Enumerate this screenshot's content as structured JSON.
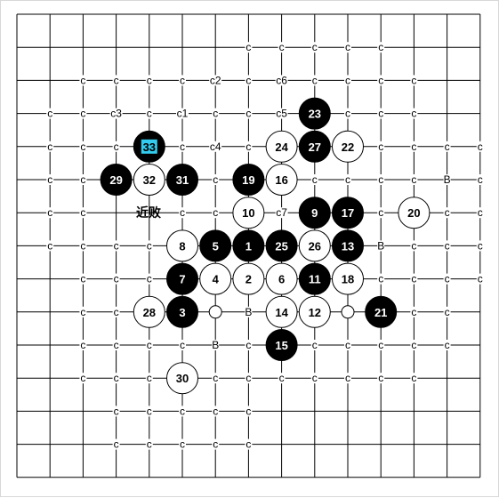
{
  "board": {
    "size": 14,
    "colors": {
      "background": "#ffffff",
      "grid_line": "#000000",
      "black_stone": "#000000",
      "white_stone": "#ffffff",
      "highlight": "#33ccee",
      "highlight_text": "#000000"
    },
    "stones": [
      {
        "num": "1",
        "color": "black",
        "col": 7,
        "row": 7
      },
      {
        "num": "2",
        "color": "white",
        "col": 7,
        "row": 8
      },
      {
        "num": "3",
        "color": "black",
        "col": 5,
        "row": 9
      },
      {
        "num": "4",
        "color": "white",
        "col": 6,
        "row": 8
      },
      {
        "num": "5",
        "color": "black",
        "col": 6,
        "row": 7
      },
      {
        "num": "6",
        "color": "white",
        "col": 8,
        "row": 8
      },
      {
        "num": "7",
        "color": "black",
        "col": 5,
        "row": 8
      },
      {
        "num": "8",
        "color": "white",
        "col": 5,
        "row": 7
      },
      {
        "num": "9",
        "color": "black",
        "col": 9,
        "row": 6
      },
      {
        "num": "10",
        "color": "white",
        "col": 7,
        "row": 6
      },
      {
        "num": "11",
        "color": "black",
        "col": 9,
        "row": 8
      },
      {
        "num": "12",
        "color": "white",
        "col": 9,
        "row": 9
      },
      {
        "num": "13",
        "color": "black",
        "col": 10,
        "row": 7
      },
      {
        "num": "14",
        "color": "white",
        "col": 8,
        "row": 9
      },
      {
        "num": "15",
        "color": "black",
        "col": 8,
        "row": 10
      },
      {
        "num": "16",
        "color": "white",
        "col": 8,
        "row": 5
      },
      {
        "num": "17",
        "color": "black",
        "col": 10,
        "row": 6
      },
      {
        "num": "18",
        "color": "white",
        "col": 10,
        "row": 8
      },
      {
        "num": "19",
        "color": "black",
        "col": 7,
        "row": 5
      },
      {
        "num": "20",
        "color": "white",
        "col": 12,
        "row": 6
      },
      {
        "num": "21",
        "color": "black",
        "col": 11,
        "row": 9
      },
      {
        "num": "22",
        "color": "white",
        "col": 10,
        "row": 4
      },
      {
        "num": "23",
        "color": "black",
        "col": 9,
        "row": 3
      },
      {
        "num": "24",
        "color": "white",
        "col": 8,
        "row": 4
      },
      {
        "num": "25",
        "color": "black",
        "col": 8,
        "row": 7
      },
      {
        "num": "26",
        "color": "white",
        "col": 9,
        "row": 7
      },
      {
        "num": "27",
        "color": "black",
        "col": 9,
        "row": 4
      },
      {
        "num": "28",
        "color": "white",
        "col": 4,
        "row": 9
      },
      {
        "num": "29",
        "color": "black",
        "col": 3,
        "row": 5
      },
      {
        "num": "30",
        "color": "white",
        "col": 5,
        "row": 11
      },
      {
        "num": "31",
        "color": "black",
        "col": 5,
        "row": 5
      },
      {
        "num": "32",
        "color": "white",
        "col": 4,
        "row": 5
      },
      {
        "num": "33",
        "color": "black",
        "col": 4,
        "row": 4,
        "highlight": true
      }
    ],
    "small_circles": [
      {
        "col": 6,
        "row": 9
      },
      {
        "col": 10,
        "row": 9
      }
    ],
    "labels": [
      {
        "text": "c",
        "col": 7,
        "row": 1
      },
      {
        "text": "c",
        "col": 8,
        "row": 1
      },
      {
        "text": "c",
        "col": 9,
        "row": 1
      },
      {
        "text": "c",
        "col": 10,
        "row": 1
      },
      {
        "text": "c",
        "col": 11,
        "row": 1
      },
      {
        "text": "c",
        "col": 2,
        "row": 2
      },
      {
        "text": "c",
        "col": 3,
        "row": 2
      },
      {
        "text": "c",
        "col": 4,
        "row": 2
      },
      {
        "text": "c",
        "col": 5,
        "row": 2
      },
      {
        "text": "c2",
        "col": 6,
        "row": 2
      },
      {
        "text": "c",
        "col": 7,
        "row": 2
      },
      {
        "text": "c6",
        "col": 8,
        "row": 2
      },
      {
        "text": "c",
        "col": 9,
        "row": 2
      },
      {
        "text": "c",
        "col": 10,
        "row": 2
      },
      {
        "text": "c",
        "col": 11,
        "row": 2
      },
      {
        "text": "c",
        "col": 12,
        "row": 2
      },
      {
        "text": "c",
        "col": 1,
        "row": 3
      },
      {
        "text": "c",
        "col": 2,
        "row": 3
      },
      {
        "text": "c3",
        "col": 3,
        "row": 3
      },
      {
        "text": "c",
        "col": 4,
        "row": 3
      },
      {
        "text": "c1",
        "col": 5,
        "row": 3
      },
      {
        "text": "c",
        "col": 6,
        "row": 3
      },
      {
        "text": "c",
        "col": 7,
        "row": 3
      },
      {
        "text": "c5",
        "col": 8,
        "row": 3
      },
      {
        "text": "c",
        "col": 10,
        "row": 3
      },
      {
        "text": "c",
        "col": 11,
        "row": 3
      },
      {
        "text": "c",
        "col": 12,
        "row": 3
      },
      {
        "text": "c",
        "col": 1,
        "row": 4
      },
      {
        "text": "c",
        "col": 2,
        "row": 4
      },
      {
        "text": "c",
        "col": 3,
        "row": 4
      },
      {
        "text": "c",
        "col": 5,
        "row": 4
      },
      {
        "text": "c4",
        "col": 6,
        "row": 4
      },
      {
        "text": "c",
        "col": 7,
        "row": 4
      },
      {
        "text": "c",
        "col": 11,
        "row": 4
      },
      {
        "text": "c",
        "col": 12,
        "row": 4
      },
      {
        "text": "c",
        "col": 13,
        "row": 4
      },
      {
        "text": "c",
        "col": 14,
        "row": 4
      },
      {
        "text": "c",
        "col": 1,
        "row": 5
      },
      {
        "text": "c",
        "col": 2,
        "row": 5
      },
      {
        "text": "c",
        "col": 6,
        "row": 5
      },
      {
        "text": "c",
        "col": 9,
        "row": 5
      },
      {
        "text": "c",
        "col": 10,
        "row": 5
      },
      {
        "text": "c",
        "col": 11,
        "row": 5
      },
      {
        "text": "c",
        "col": 12,
        "row": 5
      },
      {
        "text": "B",
        "col": 13,
        "row": 5
      },
      {
        "text": "c",
        "col": 14,
        "row": 5
      },
      {
        "text": "c",
        "col": 1,
        "row": 6
      },
      {
        "text": "c",
        "col": 2,
        "row": 6
      },
      {
        "text": "c",
        "col": 5,
        "row": 6
      },
      {
        "text": "c",
        "col": 6,
        "row": 6
      },
      {
        "text": "c7",
        "col": 8,
        "row": 6
      },
      {
        "text": "c",
        "col": 11,
        "row": 6
      },
      {
        "text": "c",
        "col": 13,
        "row": 6
      },
      {
        "text": "c",
        "col": 14,
        "row": 6
      },
      {
        "text": "c",
        "col": 1,
        "row": 7
      },
      {
        "text": "c",
        "col": 2,
        "row": 7
      },
      {
        "text": "c",
        "col": 3,
        "row": 7
      },
      {
        "text": "c",
        "col": 4,
        "row": 7
      },
      {
        "text": "B",
        "col": 11,
        "row": 7
      },
      {
        "text": "c",
        "col": 12,
        "row": 7
      },
      {
        "text": "c",
        "col": 13,
        "row": 7
      },
      {
        "text": "c",
        "col": 14,
        "row": 7
      },
      {
        "text": "c",
        "col": 2,
        "row": 8
      },
      {
        "text": "c",
        "col": 3,
        "row": 8
      },
      {
        "text": "c",
        "col": 4,
        "row": 8
      },
      {
        "text": "c",
        "col": 11,
        "row": 8
      },
      {
        "text": "c",
        "col": 12,
        "row": 8
      },
      {
        "text": "c",
        "col": 13,
        "row": 8
      },
      {
        "text": "c",
        "col": 14,
        "row": 8
      },
      {
        "text": "c",
        "col": 2,
        "row": 9
      },
      {
        "text": "c",
        "col": 3,
        "row": 9
      },
      {
        "text": "B",
        "col": 7,
        "row": 9
      },
      {
        "text": "c",
        "col": 12,
        "row": 9
      },
      {
        "text": "c",
        "col": 13,
        "row": 9
      },
      {
        "text": "c",
        "col": 2,
        "row": 10
      },
      {
        "text": "c",
        "col": 3,
        "row": 10
      },
      {
        "text": "c",
        "col": 4,
        "row": 10
      },
      {
        "text": "c",
        "col": 5,
        "row": 10
      },
      {
        "text": "B",
        "col": 6,
        "row": 10
      },
      {
        "text": "c",
        "col": 7,
        "row": 10
      },
      {
        "text": "c",
        "col": 9,
        "row": 10
      },
      {
        "text": "c",
        "col": 10,
        "row": 10
      },
      {
        "text": "c",
        "col": 11,
        "row": 10
      },
      {
        "text": "c",
        "col": 12,
        "row": 10
      },
      {
        "text": "c",
        "col": 13,
        "row": 10
      },
      {
        "text": "c",
        "col": 2,
        "row": 11
      },
      {
        "text": "c",
        "col": 3,
        "row": 11
      },
      {
        "text": "c",
        "col": 4,
        "row": 11
      },
      {
        "text": "c",
        "col": 6,
        "row": 11
      },
      {
        "text": "c",
        "col": 7,
        "row": 11
      },
      {
        "text": "c",
        "col": 8,
        "row": 11
      },
      {
        "text": "c",
        "col": 9,
        "row": 11
      },
      {
        "text": "c",
        "col": 10,
        "row": 11
      },
      {
        "text": "c",
        "col": 11,
        "row": 11
      },
      {
        "text": "c",
        "col": 12,
        "row": 11
      },
      {
        "text": "c",
        "col": 3,
        "row": 12
      },
      {
        "text": "c",
        "col": 4,
        "row": 12
      },
      {
        "text": "c",
        "col": 5,
        "row": 12
      },
      {
        "text": "c",
        "col": 6,
        "row": 12
      },
      {
        "text": "c",
        "col": 7,
        "row": 12
      },
      {
        "text": "c",
        "col": 3,
        "row": 13
      },
      {
        "text": "c",
        "col": 4,
        "row": 13
      },
      {
        "text": "c",
        "col": 5,
        "row": 13
      },
      {
        "text": "c",
        "col": 6,
        "row": 13
      },
      {
        "text": "c",
        "col": 7,
        "row": 13
      }
    ],
    "annotation": "近败"
  }
}
